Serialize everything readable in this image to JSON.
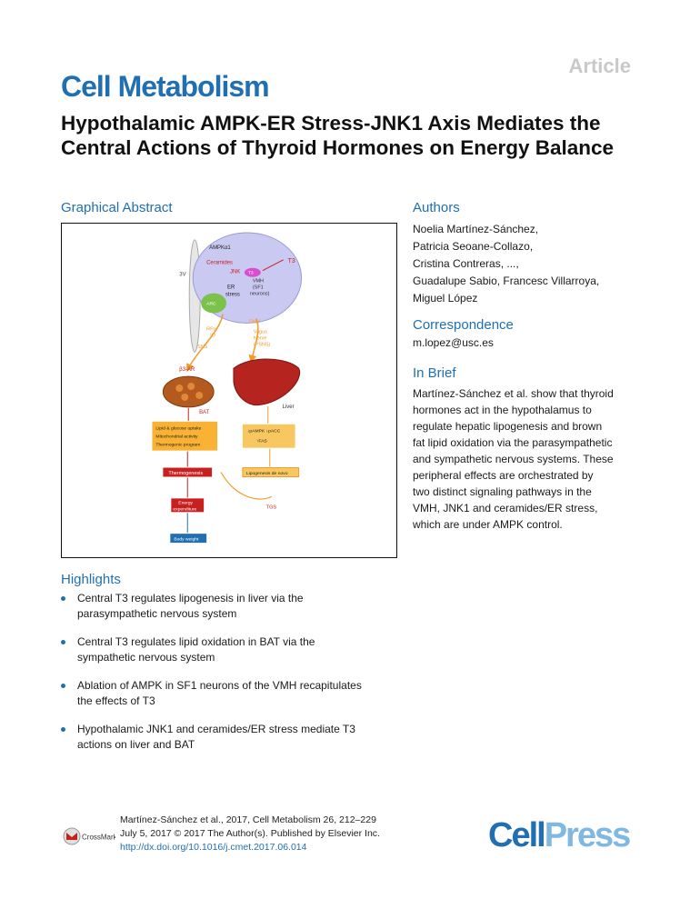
{
  "header": {
    "article_label": "Article",
    "journal": "Cell Metabolism",
    "title": "Hypothalamic AMPK-ER Stress-JNK1 Axis Mediates the Central Actions of Thyroid Hormones on Energy Balance"
  },
  "graphical_abstract": {
    "heading": "Graphical Abstract",
    "labels": {
      "ampk": "AMPKα1",
      "ceramides": "Ceramides",
      "jnk": "JNK",
      "er": "ER",
      "stress": "stress",
      "t3": "T3",
      "t3r": "T3",
      "vmh": "VMH",
      "sf1": "(SF1",
      "neurons": "neurons)",
      "third_ventricle": "3V",
      "arc": "ARC",
      "rpa": "RPa",
      "io": "IO",
      "sns": "SNS",
      "dmv": "DMV",
      "vagus": "Vagus",
      "nerve": "Nerve",
      "pns": "(PSNS)",
      "bat_marker": "β3-AR",
      "bat": "BAT",
      "liver": "Liver",
      "bat_effects": [
        "Lipid & glucose uptake",
        "Mitochondrial activity",
        "Thermogenic program"
      ],
      "liver_effects": [
        "↓pAMPK ↓pACC",
        "↑FAS"
      ],
      "thermogenesis": "Thermogenesis",
      "lipogenesis": "Lipogenesis de novo",
      "tgs": "TGS",
      "energy": "Energy",
      "expenditure": "expenditure",
      "body_weight": "Body weight"
    }
  },
  "authors": {
    "heading": "Authors",
    "lines": [
      "Noelia Martínez-Sánchez,",
      "Patricia Seoane-Collazo,",
      "Cristina Contreras, ...,",
      "Guadalupe Sabio, Francesc Villarroya,",
      "Miguel López"
    ]
  },
  "correspondence": {
    "heading": "Correspondence",
    "email": "m.lopez@usc.es"
  },
  "in_brief": {
    "heading": "In Brief",
    "lines": [
      "Martínez-Sánchez et al. show that thyroid",
      "hormones act in the hypothalamus to",
      "regulate hepatic lipogenesis and brown",
      "fat lipid oxidation via the parasympathetic",
      "and sympathetic nervous systems. These",
      "peripheral effects are orchestrated by",
      "two distinct signaling pathways in the",
      "VMH, JNK1 and ceramides/ER stress,",
      "which are under AMPK control."
    ]
  },
  "highlights": {
    "heading": "Highlights",
    "items": [
      [
        "Central T3 regulates lipogenesis in liver via the",
        "parasympathetic nervous system"
      ],
      [
        "Central T3 regulates lipid oxidation in BAT via the",
        "sympathetic nervous system"
      ],
      [
        "Ablation of AMPK in SF1 neurons of the VMH recapitulates",
        "the effects of T3"
      ],
      [
        "Hypothalamic JNK1 and ceramides/ER stress mediate T3",
        "actions on liver and BAT"
      ]
    ]
  },
  "citation": {
    "line1": "Martínez-Sánchez et al., 2017, Cell Metabolism 26, 212–229",
    "line2": "July 5, 2017 © 2017 The Author(s). Published by Elsevier Inc.",
    "doi": "http://dx.doi.org/10.1016/j.cmet.2017.06.014"
  },
  "footer": {
    "crossmark": "CrossMark",
    "cellpress_a": "Cell",
    "cellpress_b": "Press"
  },
  "colors": {
    "brand_blue": "#1f6fb2",
    "light_blue": "#7fb8e0",
    "orange": "#f39a2a",
    "red": "#c8201e"
  }
}
